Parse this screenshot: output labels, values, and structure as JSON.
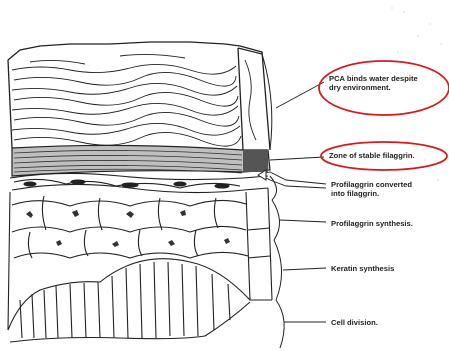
{
  "diagram": {
    "labels": {
      "pca": [
        "PCA binds water despite",
        "dry environment."
      ],
      "stable": [
        "Zone of stable filaggrin."
      ],
      "converted": [
        "Profilaggrin converted",
        "into filaggrin."
      ],
      "synthesis": [
        "Profilaggrin synthesis."
      ],
      "keratin": [
        "Keratin synthesis"
      ],
      "division": [
        "Cell division."
      ]
    },
    "highlight_color": "#d81b1b",
    "ink_color": "#222222"
  }
}
